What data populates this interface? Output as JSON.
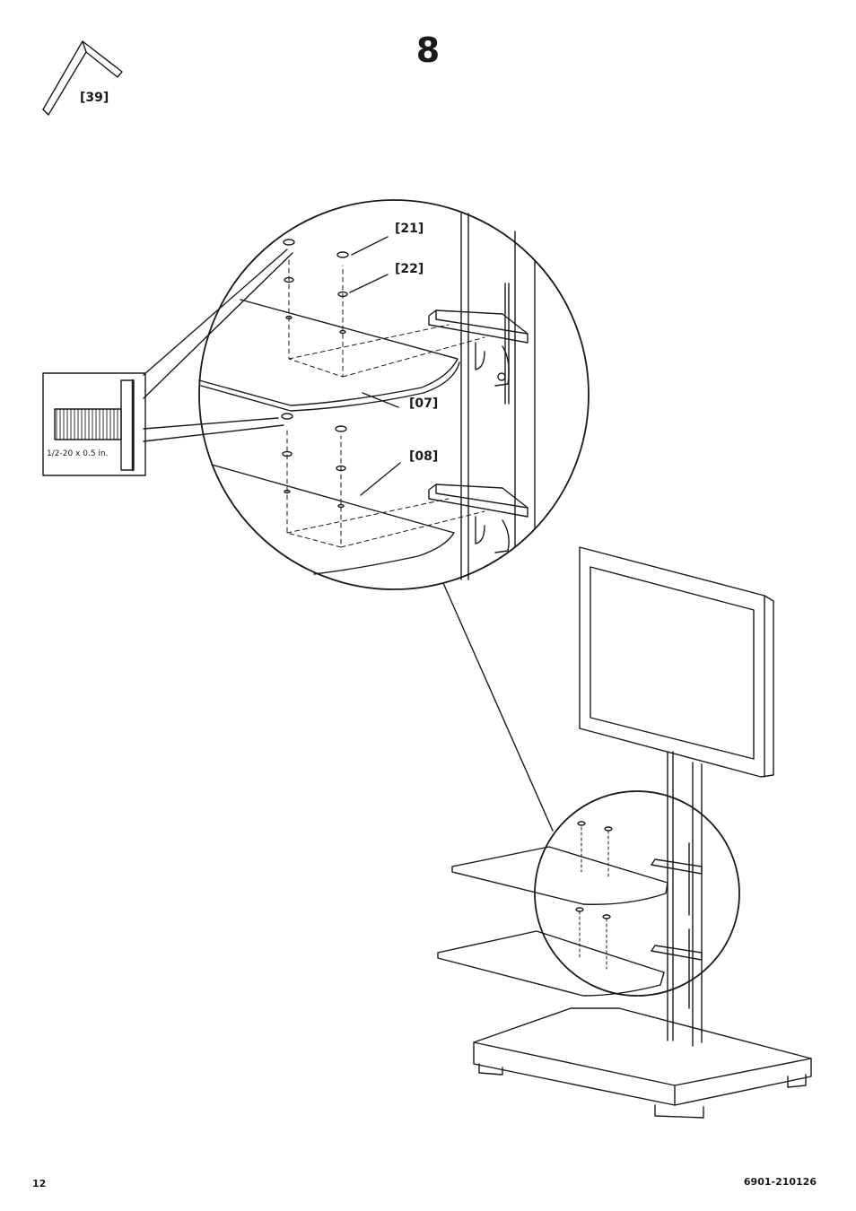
{
  "step": {
    "number": "8"
  },
  "tool": {
    "label": "[39]",
    "icon": "hex-key-icon"
  },
  "callouts": {
    "screw_21": "[21]",
    "washer_22": "[22]",
    "shelf_07": "[07]",
    "shelf_08": "[08]"
  },
  "inset": {
    "spec": "1/2-20 x 0.5 in.",
    "icon": "bolt-thread-icon"
  },
  "footer": {
    "page_number": "12",
    "doc_code": "6901-210126"
  }
}
